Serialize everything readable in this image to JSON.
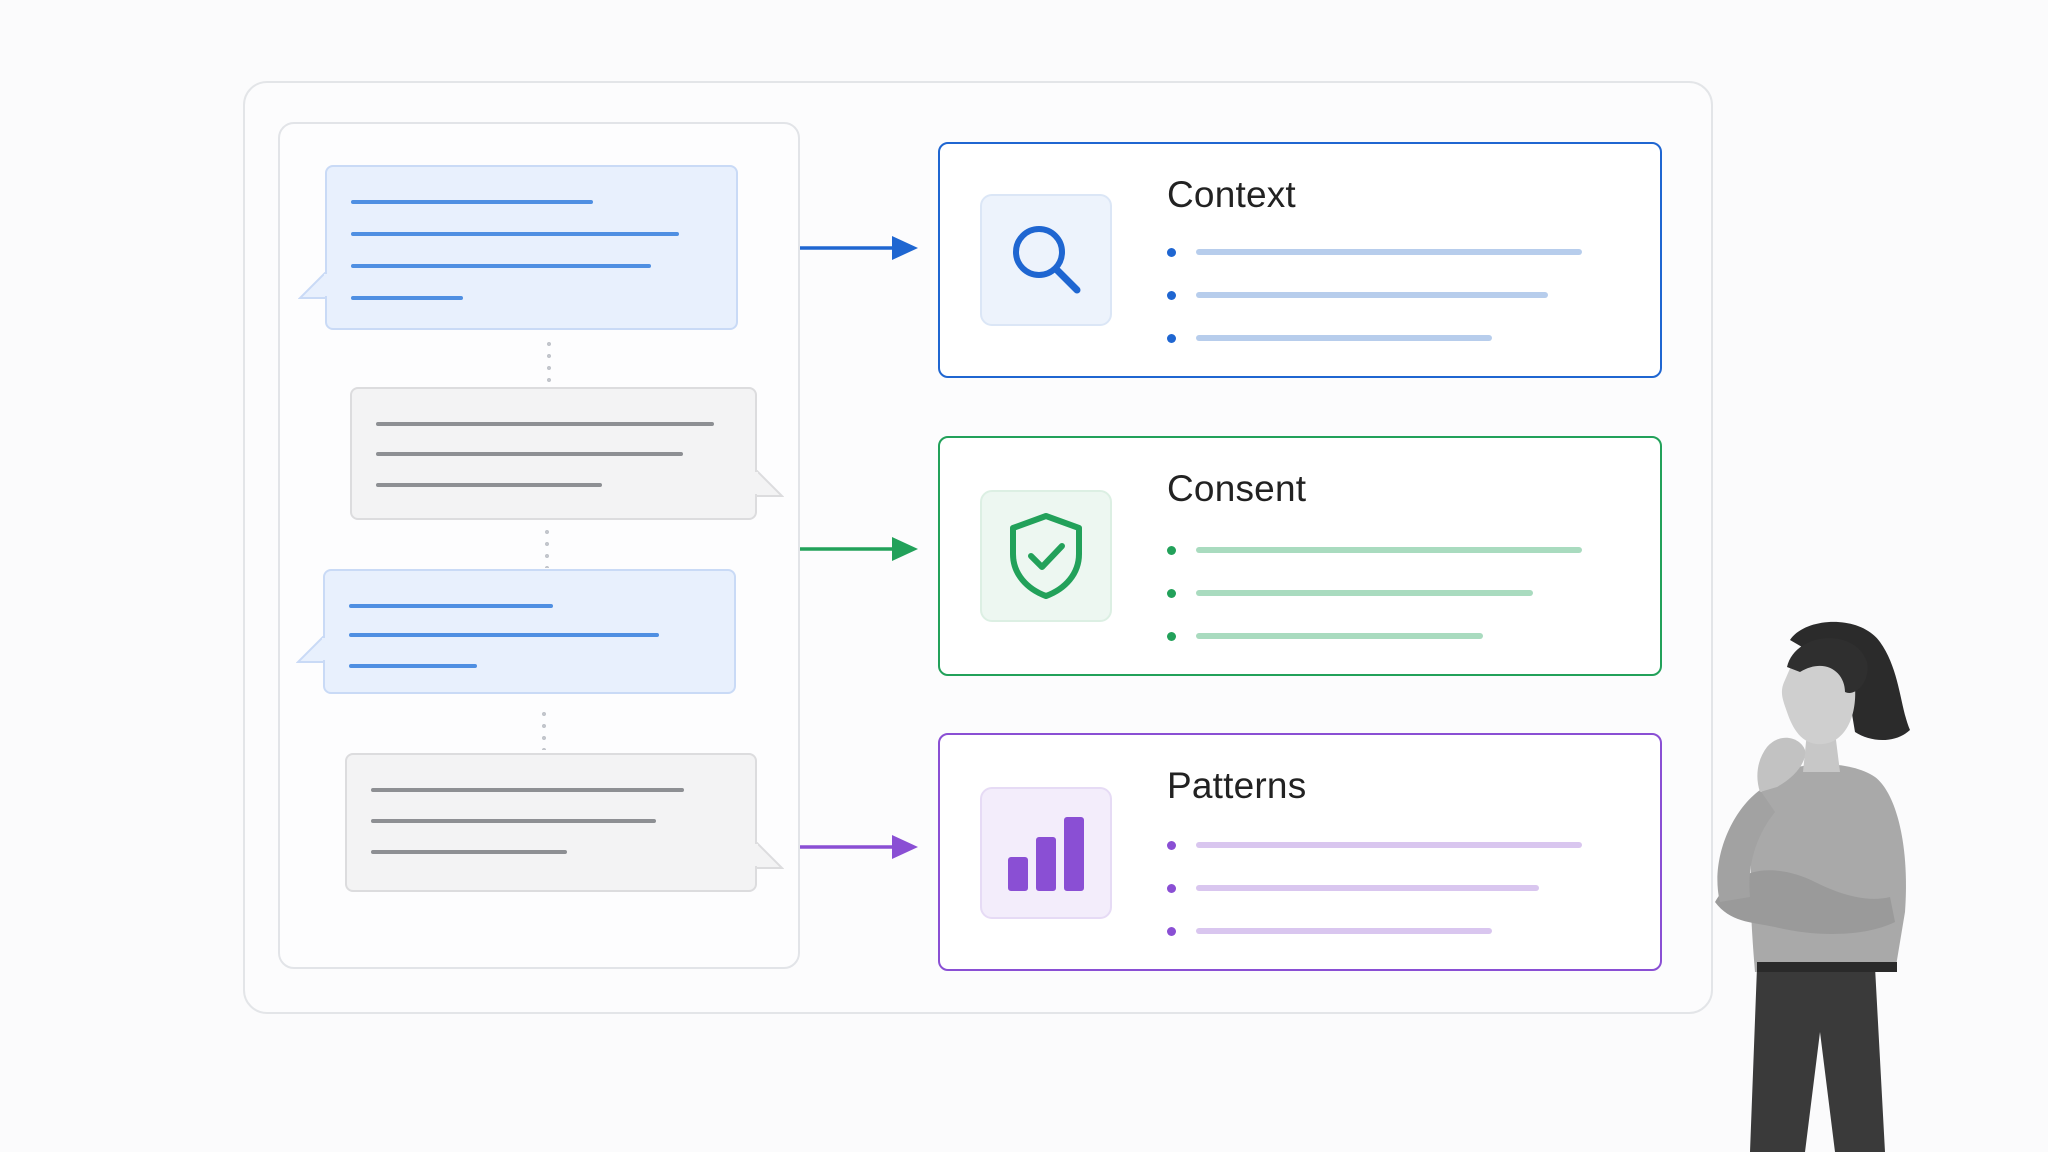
{
  "cards": [
    {
      "title": "Context",
      "icon": "magnifier-icon",
      "accent": "#1f66d1",
      "line_color": "#b7cdec"
    },
    {
      "title": "Consent",
      "icon": "shield-check-icon",
      "accent": "#22a15a",
      "line_color": "#a9dbbf"
    },
    {
      "title": "Patterns",
      "icon": "bar-chart-icon",
      "accent": "#8a4fd4",
      "line_color": "#d9c6ef"
    }
  ],
  "colors": {
    "user_bubble_fill": "#e8f0fd",
    "user_bubble_lines": "#4f8fe2",
    "bot_bubble_fill": "#f3f3f4",
    "bot_bubble_lines": "#8d8f93"
  }
}
